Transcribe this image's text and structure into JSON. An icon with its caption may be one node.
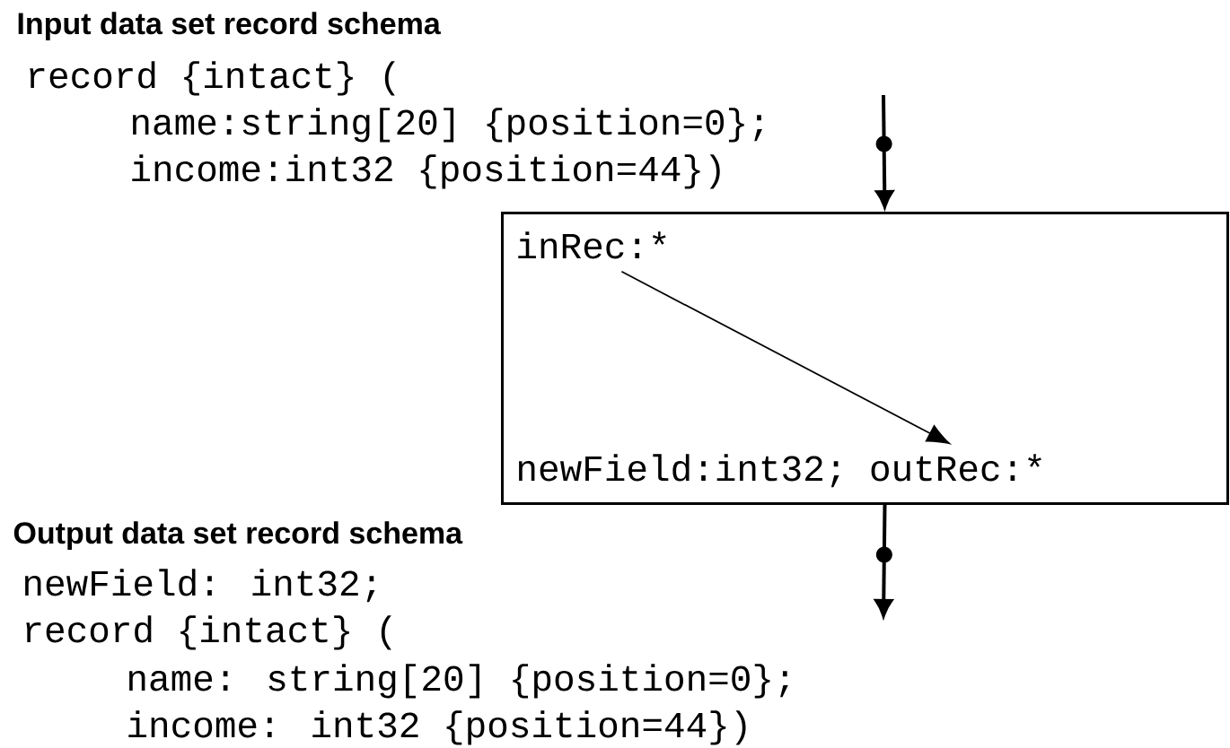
{
  "diagram": {
    "nodes": [
      {
        "text": [],
        "shape": "box"
      },
      {
        "text": [
          "inRec:*"
        ],
        "in": 0
      },
      {
        "text": [
          "newField:int32; outRec:*"
        ],
        "in": 0
      }
    ],
    "edges": [
      {
        "from": null,
        "to": 0,
        "arrow": "to"
      },
      {
        "from": 1,
        "to": 2,
        "arrow": "to"
      },
      {
        "from": 0,
        "to": null,
        "arrow": "to"
      }
    ],
    "labels": [
      "Input data set record schema",
      "record {intact} (",
      "name:string[20] {position=0};",
      "income:int32 {position=44})",
      "Output data set record schema",
      "newField: int32;",
      "record {intact} (",
      "name: string[20] {position=0};",
      "income: int32 {position=44})"
    ]
  }
}
